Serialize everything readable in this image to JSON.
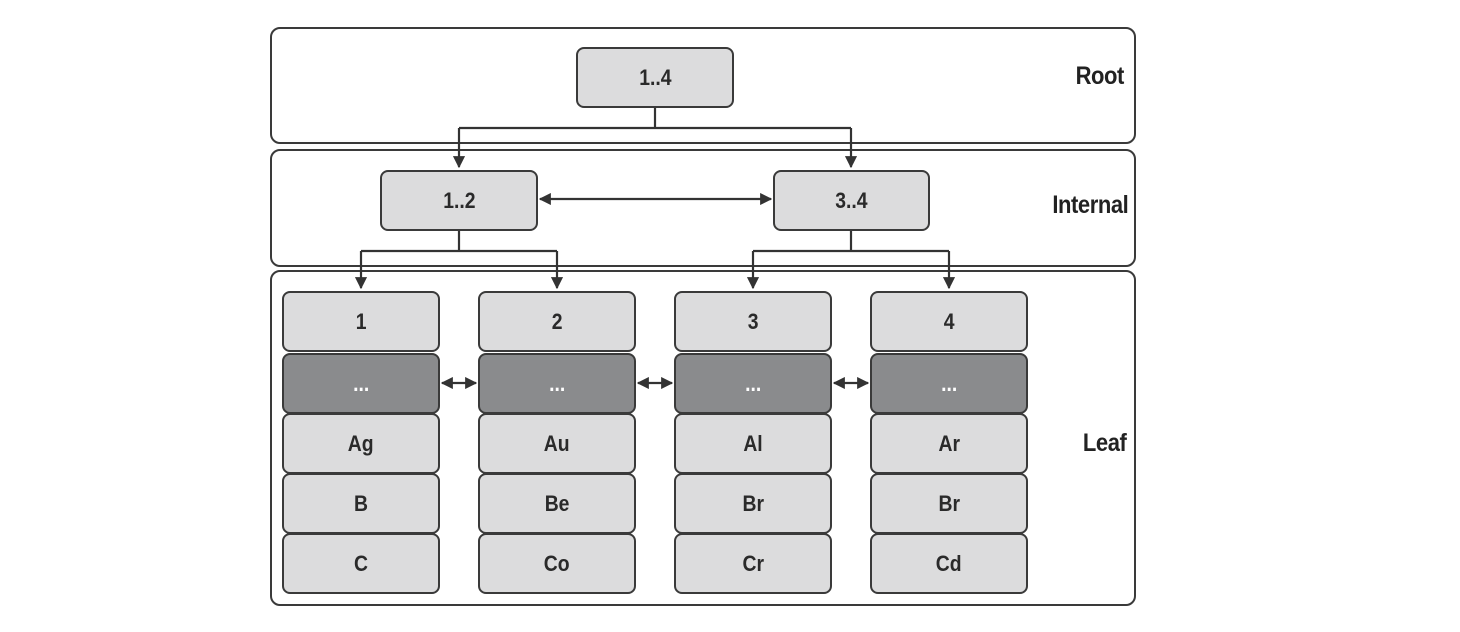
{
  "levels": {
    "root": "Root",
    "internal": "Internal",
    "leaf": "Leaf"
  },
  "root_node": "1..4",
  "internal_nodes": [
    "1..2",
    "3..4"
  ],
  "leaf_pages": [
    {
      "id": "1",
      "ellipsis": "...",
      "keys": [
        "Ag",
        "B",
        "C"
      ]
    },
    {
      "id": "2",
      "ellipsis": "...",
      "keys": [
        "Au",
        "Be",
        "Co"
      ]
    },
    {
      "id": "3",
      "ellipsis": "...",
      "keys": [
        "Al",
        "Br",
        "Cr"
      ]
    },
    {
      "id": "4",
      "ellipsis": "...",
      "keys": [
        "Ar",
        "Br",
        "Cd"
      ]
    }
  ],
  "colors": {
    "node_fill": "#dcdcdd",
    "node_dark_fill": "#8a8b8d",
    "stroke": "#3a3a3a"
  }
}
